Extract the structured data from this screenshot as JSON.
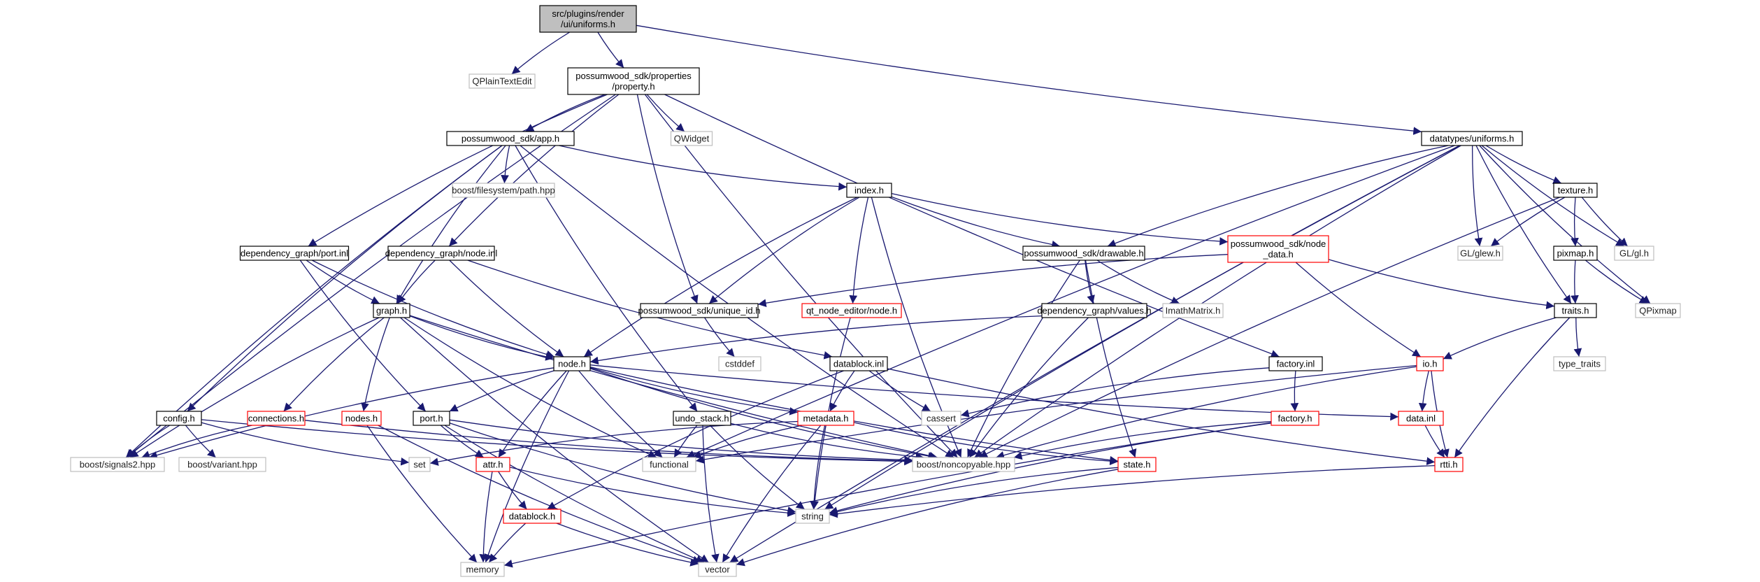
{
  "graph": {
    "colors": {
      "edge": "#191970",
      "root_fill": "#bfbfbf",
      "root_border": "#000000",
      "normal_border": "#000000",
      "truncated_border": "#ff0000",
      "external_border": "#bfbfbf",
      "node_fill": "#ffffff"
    },
    "nodes": [
      {
        "id": "uniforms_ui",
        "kind": "root",
        "lines": [
          "src/plugins/render",
          "/ui/uniforms.h"
        ]
      },
      {
        "id": "qplaintextedit",
        "kind": "external",
        "lines": [
          "QPlainTextEdit"
        ]
      },
      {
        "id": "property_h",
        "kind": "normal",
        "lines": [
          "possumwood_sdk/properties",
          "/property.h"
        ]
      },
      {
        "id": "datatypes_uniforms",
        "kind": "normal",
        "lines": [
          "datatypes/uniforms.h"
        ]
      },
      {
        "id": "qwidget",
        "kind": "external",
        "lines": [
          "QWidget"
        ]
      },
      {
        "id": "app_h",
        "kind": "normal",
        "lines": [
          "possumwood_sdk/app.h"
        ]
      },
      {
        "id": "boost_fs_path",
        "kind": "external",
        "lines": [
          "boost/filesystem/path.hpp"
        ]
      },
      {
        "id": "index_h",
        "kind": "normal",
        "lines": [
          "index.h"
        ]
      },
      {
        "id": "texture_h",
        "kind": "normal",
        "lines": [
          "texture.h"
        ]
      },
      {
        "id": "port_inl",
        "kind": "normal",
        "lines": [
          "dependency_graph/port.inl"
        ]
      },
      {
        "id": "node_inl",
        "kind": "normal",
        "lines": [
          "dependency_graph/node.inl"
        ]
      },
      {
        "id": "drawable_h",
        "kind": "normal",
        "lines": [
          "possumwood_sdk/drawable.h"
        ]
      },
      {
        "id": "node_data_h",
        "kind": "truncated",
        "lines": [
          "possumwood_sdk/node",
          "_data.h"
        ]
      },
      {
        "id": "gl_glew",
        "kind": "external",
        "lines": [
          "GL/glew.h"
        ]
      },
      {
        "id": "gl_gl",
        "kind": "external",
        "lines": [
          "GL/gl.h"
        ]
      },
      {
        "id": "pixmap_h",
        "kind": "normal",
        "lines": [
          "pixmap.h"
        ]
      },
      {
        "id": "graph_h",
        "kind": "normal",
        "lines": [
          "graph.h"
        ]
      },
      {
        "id": "unique_id_h",
        "kind": "normal",
        "lines": [
          "possumwood_sdk/unique_id.h"
        ]
      },
      {
        "id": "qt_node_editor_node",
        "kind": "truncated",
        "lines": [
          "qt_node_editor/node.h"
        ]
      },
      {
        "id": "values_h",
        "kind": "normal",
        "lines": [
          "dependency_graph/values.h"
        ]
      },
      {
        "id": "imath_matrix",
        "kind": "external",
        "lines": [
          "ImathMatrix.h"
        ]
      },
      {
        "id": "traits_h",
        "kind": "normal",
        "lines": [
          "traits.h"
        ]
      },
      {
        "id": "qpixmap",
        "kind": "external",
        "lines": [
          "QPixmap"
        ]
      },
      {
        "id": "cstddef",
        "kind": "external",
        "lines": [
          "cstddef"
        ]
      },
      {
        "id": "node_h",
        "kind": "normal",
        "lines": [
          "node.h"
        ]
      },
      {
        "id": "datablock_inl",
        "kind": "normal",
        "lines": [
          "datablock.inl"
        ]
      },
      {
        "id": "factory_inl",
        "kind": "normal",
        "lines": [
          "factory.inl"
        ]
      },
      {
        "id": "io_h",
        "kind": "truncated",
        "lines": [
          "io.h"
        ]
      },
      {
        "id": "type_traits",
        "kind": "external",
        "lines": [
          "type_traits"
        ]
      },
      {
        "id": "config_h",
        "kind": "normal",
        "lines": [
          "config.h"
        ]
      },
      {
        "id": "connections_h",
        "kind": "truncated",
        "lines": [
          "connections.h"
        ]
      },
      {
        "id": "nodes_h",
        "kind": "truncated",
        "lines": [
          "nodes.h"
        ]
      },
      {
        "id": "port_h",
        "kind": "normal",
        "lines": [
          "port.h"
        ]
      },
      {
        "id": "undo_stack_h",
        "kind": "normal",
        "lines": [
          "undo_stack.h"
        ]
      },
      {
        "id": "metadata_h",
        "kind": "truncated",
        "lines": [
          "metadata.h"
        ]
      },
      {
        "id": "cassert",
        "kind": "external",
        "lines": [
          "cassert"
        ]
      },
      {
        "id": "factory_h",
        "kind": "truncated",
        "lines": [
          "factory.h"
        ]
      },
      {
        "id": "data_inl",
        "kind": "truncated",
        "lines": [
          "data.inl"
        ]
      },
      {
        "id": "boost_signals2",
        "kind": "external",
        "lines": [
          "boost/signals2.hpp"
        ]
      },
      {
        "id": "boost_variant",
        "kind": "external",
        "lines": [
          "boost/variant.hpp"
        ]
      },
      {
        "id": "set",
        "kind": "external",
        "lines": [
          "set"
        ]
      },
      {
        "id": "attr_h",
        "kind": "truncated",
        "lines": [
          "attr.h"
        ]
      },
      {
        "id": "functional",
        "kind": "external",
        "lines": [
          "functional"
        ]
      },
      {
        "id": "boost_noncopyable",
        "kind": "external",
        "lines": [
          "boost/noncopyable.hpp"
        ]
      },
      {
        "id": "state_h",
        "kind": "truncated",
        "lines": [
          "state.h"
        ]
      },
      {
        "id": "rtti_h",
        "kind": "truncated",
        "lines": [
          "rtti.h"
        ]
      },
      {
        "id": "datablock_h",
        "kind": "truncated",
        "lines": [
          "datablock.h"
        ]
      },
      {
        "id": "string",
        "kind": "external",
        "lines": [
          "string"
        ]
      },
      {
        "id": "memory",
        "kind": "external",
        "lines": [
          "memory"
        ]
      },
      {
        "id": "vector",
        "kind": "external",
        "lines": [
          "vector"
        ]
      }
    ],
    "edges": [
      [
        "uniforms_ui",
        "qplaintextedit"
      ],
      [
        "uniforms_ui",
        "property_h"
      ],
      [
        "uniforms_ui",
        "datatypes_uniforms"
      ],
      [
        "property_h",
        "qwidget"
      ],
      [
        "property_h",
        "app_h"
      ],
      [
        "property_h",
        "port_inl"
      ],
      [
        "property_h",
        "node_inl"
      ],
      [
        "property_h",
        "unique_id_h"
      ],
      [
        "property_h",
        "factory_inl"
      ],
      [
        "property_h",
        "boost_signals2"
      ],
      [
        "property_h",
        "boost_noncopyable"
      ],
      [
        "app_h",
        "boost_fs_path"
      ],
      [
        "app_h",
        "index_h"
      ],
      [
        "app_h",
        "graph_h"
      ],
      [
        "app_h",
        "config_h"
      ],
      [
        "app_h",
        "undo_stack_h"
      ],
      [
        "app_h",
        "boost_noncopyable"
      ],
      [
        "app_h",
        "boost_signals2"
      ],
      [
        "index_h",
        "drawable_h"
      ],
      [
        "index_h",
        "node_data_h"
      ],
      [
        "index_h",
        "unique_id_h"
      ],
      [
        "index_h",
        "qt_node_editor_node"
      ],
      [
        "index_h",
        "node_h"
      ],
      [
        "index_h",
        "boost_noncopyable"
      ],
      [
        "datatypes_uniforms",
        "texture_h"
      ],
      [
        "datatypes_uniforms",
        "gl_glew"
      ],
      [
        "datatypes_uniforms",
        "gl_gl"
      ],
      [
        "datatypes_uniforms",
        "qpixmap"
      ],
      [
        "datatypes_uniforms",
        "traits_h"
      ],
      [
        "datatypes_uniforms",
        "drawable_h"
      ],
      [
        "datatypes_uniforms",
        "functional"
      ],
      [
        "datatypes_uniforms",
        "boost_noncopyable"
      ],
      [
        "datatypes_uniforms",
        "string"
      ],
      [
        "datatypes_uniforms",
        "vector"
      ],
      [
        "texture_h",
        "gl_glew"
      ],
      [
        "texture_h",
        "gl_gl"
      ],
      [
        "texture_h",
        "pixmap_h"
      ],
      [
        "texture_h",
        "boost_noncopyable"
      ],
      [
        "pixmap_h",
        "qpixmap"
      ],
      [
        "pixmap_h",
        "traits_h"
      ],
      [
        "port_inl",
        "graph_h"
      ],
      [
        "port_inl",
        "node_h"
      ],
      [
        "port_inl",
        "port_h"
      ],
      [
        "node_inl",
        "graph_h"
      ],
      [
        "node_inl",
        "node_h"
      ],
      [
        "node_inl",
        "datablock_inl"
      ],
      [
        "drawable_h",
        "values_h"
      ],
      [
        "drawable_h",
        "imath_matrix"
      ],
      [
        "drawable_h",
        "boost_noncopyable"
      ],
      [
        "drawable_h",
        "state_h"
      ],
      [
        "node_data_h",
        "unique_id_h"
      ],
      [
        "node_data_h",
        "traits_h"
      ],
      [
        "node_data_h",
        "io_h"
      ],
      [
        "graph_h",
        "node_h"
      ],
      [
        "graph_h",
        "connections_h"
      ],
      [
        "graph_h",
        "nodes_h"
      ],
      [
        "graph_h",
        "boost_signals2"
      ],
      [
        "graph_h",
        "boost_noncopyable"
      ],
      [
        "graph_h",
        "functional"
      ],
      [
        "graph_h",
        "vector"
      ],
      [
        "unique_id_h",
        "cstddef"
      ],
      [
        "qt_node_editor_node",
        "string"
      ],
      [
        "values_h",
        "node_h"
      ],
      [
        "values_h",
        "boost_noncopyable"
      ],
      [
        "traits_h",
        "io_h"
      ],
      [
        "traits_h",
        "type_traits"
      ],
      [
        "traits_h",
        "rtti_h"
      ],
      [
        "node_h",
        "port_h"
      ],
      [
        "node_h",
        "metadata_h"
      ],
      [
        "node_h",
        "attr_h"
      ],
      [
        "node_h",
        "data_inl"
      ],
      [
        "node_h",
        "boost_signals2"
      ],
      [
        "node_h",
        "boost_noncopyable"
      ],
      [
        "node_h",
        "functional"
      ],
      [
        "node_h",
        "memory"
      ],
      [
        "node_h",
        "state_h"
      ],
      [
        "datablock_inl",
        "metadata_h"
      ],
      [
        "datablock_inl",
        "datablock_h"
      ],
      [
        "datablock_inl",
        "cassert"
      ],
      [
        "datablock_inl",
        "rtti_h"
      ],
      [
        "factory_inl",
        "factory_h"
      ],
      [
        "factory_inl",
        "cassert"
      ],
      [
        "io_h",
        "data_inl"
      ],
      [
        "io_h",
        "rtti_h"
      ],
      [
        "io_h",
        "functional"
      ],
      [
        "io_h",
        "boost_noncopyable"
      ],
      [
        "config_h",
        "boost_signals2"
      ],
      [
        "config_h",
        "boost_variant"
      ],
      [
        "config_h",
        "set"
      ],
      [
        "config_h",
        "boost_noncopyable"
      ],
      [
        "connections_h",
        "boost_signals2"
      ],
      [
        "connections_h",
        "boost_noncopyable"
      ],
      [
        "nodes_h",
        "memory"
      ],
      [
        "nodes_h",
        "vector"
      ],
      [
        "port_h",
        "attr_h"
      ],
      [
        "port_h",
        "string"
      ],
      [
        "port_h",
        "boost_noncopyable"
      ],
      [
        "port_h",
        "vector"
      ],
      [
        "undo_stack_h",
        "functional"
      ],
      [
        "undo_stack_h",
        "vector"
      ],
      [
        "undo_stack_h",
        "string"
      ],
      [
        "undo_stack_h",
        "boost_noncopyable"
      ],
      [
        "metadata_h",
        "functional"
      ],
      [
        "metadata_h",
        "set"
      ],
      [
        "metadata_h",
        "string"
      ],
      [
        "metadata_h",
        "state_h"
      ],
      [
        "metadata_h",
        "vector"
      ],
      [
        "factory_h",
        "string"
      ],
      [
        "factory_h",
        "memory"
      ],
      [
        "factory_h",
        "boost_noncopyable"
      ],
      [
        "data_inl",
        "rtti_h"
      ],
      [
        "attr_h",
        "datablock_h"
      ],
      [
        "attr_h",
        "string"
      ],
      [
        "attr_h",
        "memory"
      ],
      [
        "state_h",
        "string"
      ],
      [
        "state_h",
        "vector"
      ],
      [
        "rtti_h",
        "string"
      ],
      [
        "datablock_h",
        "memory"
      ],
      [
        "datablock_h",
        "vector"
      ]
    ]
  }
}
